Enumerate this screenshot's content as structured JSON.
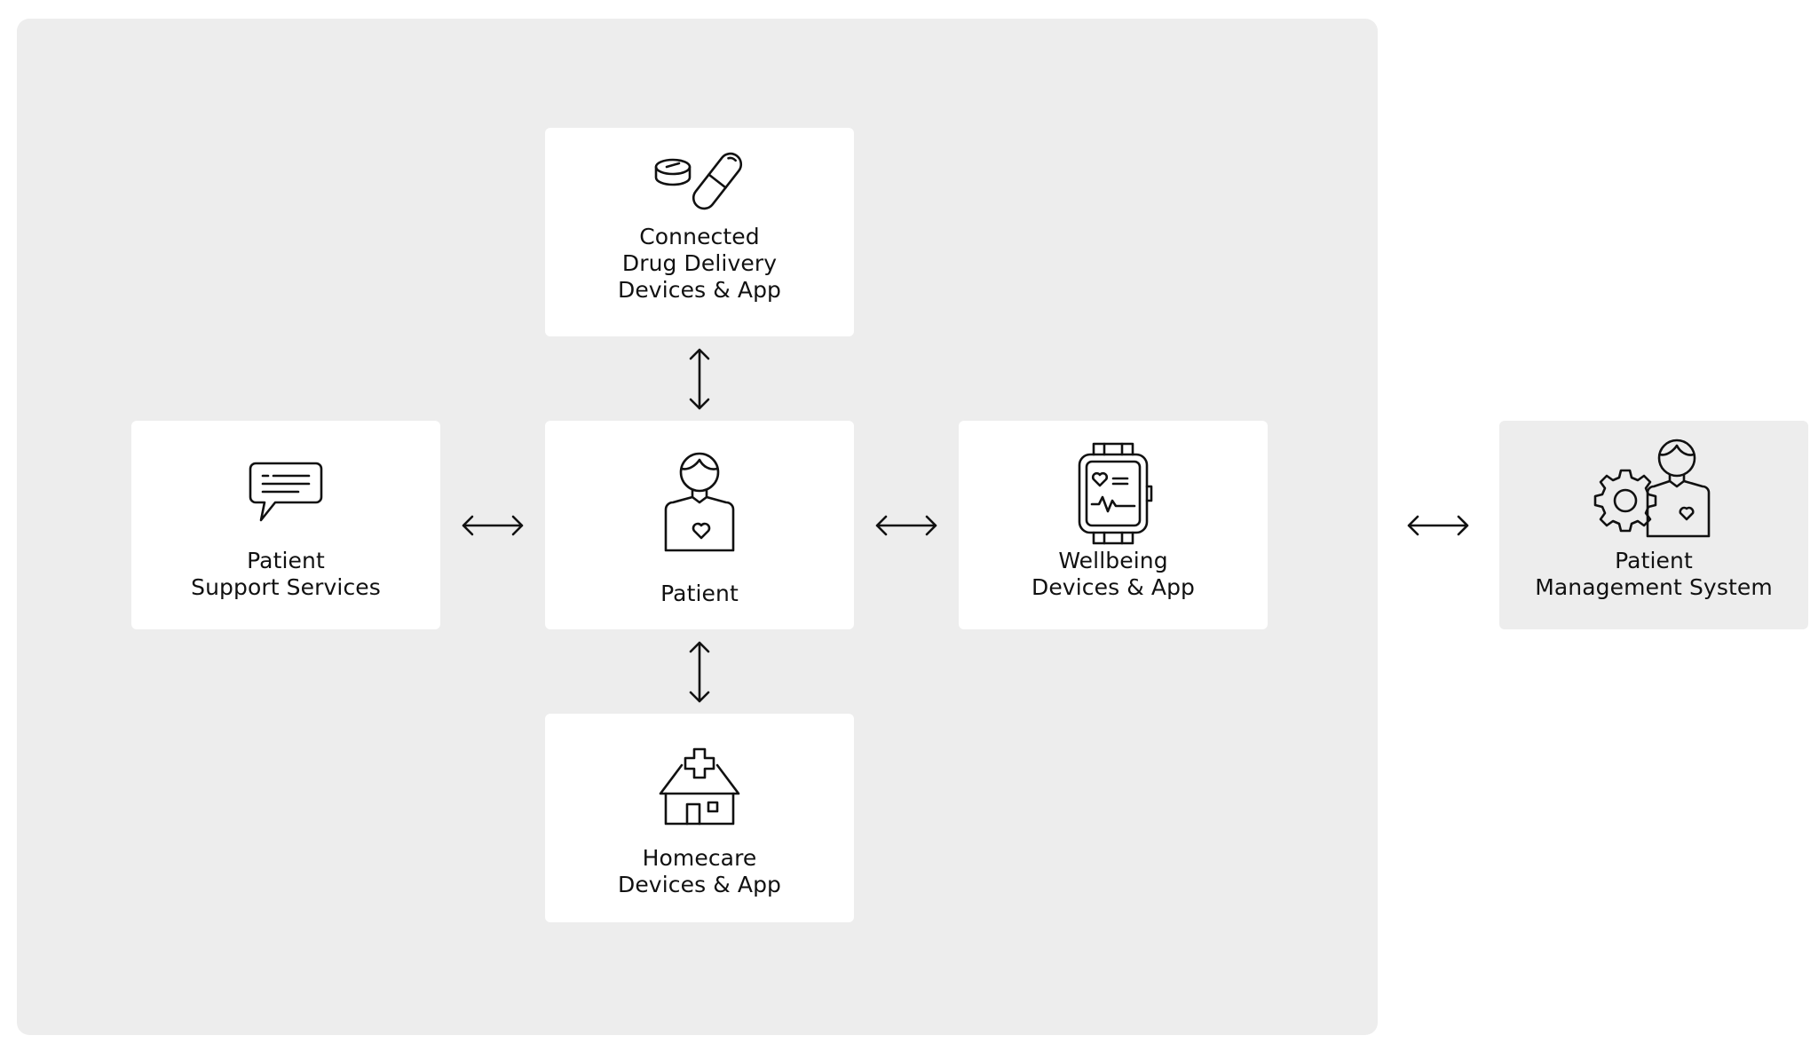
{
  "nodes": {
    "drug_delivery": {
      "icon": "pill-capsule-icon",
      "lines": [
        "Connected",
        "Drug Delivery",
        "Devices & App"
      ]
    },
    "patient": {
      "icon": "patient-icon",
      "lines": [
        "Patient"
      ]
    },
    "support": {
      "icon": "chat-bubble-icon",
      "lines": [
        "Patient",
        "Support Services"
      ]
    },
    "wellbeing": {
      "icon": "smartwatch-icon",
      "lines": [
        "Wellbeing",
        "Devices & App"
      ]
    },
    "homecare": {
      "icon": "house-cross-icon",
      "lines": [
        "Homecare",
        "Devices & App"
      ]
    },
    "management": {
      "icon": "gear-doctor-icon",
      "lines": [
        "Patient",
        "Management System"
      ]
    }
  },
  "colors": {
    "panel": "#ededed",
    "card": "#ffffff",
    "ink": "#111111"
  }
}
